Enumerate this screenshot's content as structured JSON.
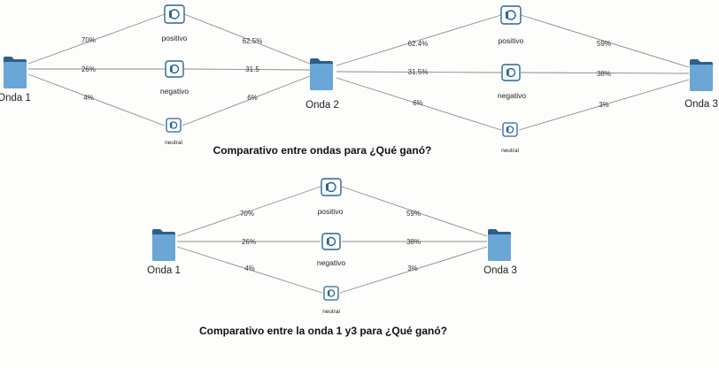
{
  "diagram1": {
    "title": "Comparativo entre ondas para ¿Qué ganó?",
    "nodes": {
      "onda1": "Onda 1",
      "onda2": "Onda 2",
      "onda3": "Onda 3",
      "positivo_a": "positivo",
      "negativo_a": "negativo",
      "neutral_a": "neutral",
      "positivo_b": "positivo",
      "negativo_b": "negativo",
      "neutral_b": "neutral"
    },
    "edges": {
      "o1_pos": "70%",
      "o1_neg": "26%",
      "o1_neu": "4%",
      "pos_o2": "62.5%",
      "neg_o2": "31.5",
      "neu_o2": "6%",
      "o2_pos": "62.4%",
      "o2_neg": "31.5%",
      "o2_neu": "6%",
      "pos_o3": "59%",
      "neg_o3": "38%",
      "neu_o3": "3%"
    }
  },
  "diagram2": {
    "title": "Comparativo entre la onda 1 y3 para ¿Qué ganó?",
    "nodes": {
      "onda1": "Onda 1",
      "onda3": "Onda 3",
      "positivo": "positivo",
      "negativo": "negativo",
      "neutral": "neutral"
    },
    "edges": {
      "o1_pos": "70%",
      "o1_neg": "26%",
      "o1_neu": "4%",
      "pos_o3": "59%",
      "neg_o3": "38%",
      "neu_o3": "3%"
    }
  },
  "colors": {
    "folder": "#6aa6d6",
    "folder_tab": "#2e5f87",
    "icon_stroke": "#2a6496",
    "edge": "#8a8a8a"
  },
  "icons": {
    "wave": "folder-icon",
    "category": "volume-icon"
  }
}
